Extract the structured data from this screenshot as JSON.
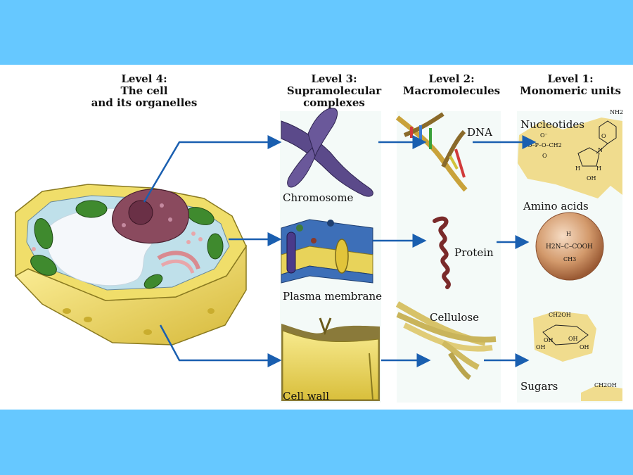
{
  "headings": {
    "level4": [
      "Level 4:",
      "The cell",
      "and its organelles"
    ],
    "level3": [
      "Level 3:",
      "Supramolecular",
      "complexes"
    ],
    "level2": [
      "Level 2:",
      "Macromolecules"
    ],
    "level1": [
      "Level 1:",
      "Monomeric units"
    ]
  },
  "level3_items": {
    "chromosome": "Chromosome",
    "plasma_membrane": "Plasma membrane",
    "cell_wall": "Cell wall"
  },
  "level2_items": {
    "dna": "DNA",
    "protein": "Protein",
    "cellulose": "Cellulose"
  },
  "level1_items": {
    "nucleotides": "Nucleotides",
    "amino_acids": "Amino acids",
    "sugars": "Sugars"
  },
  "chem_labels": {
    "nh2": "NH2",
    "o_minus": "O⁻",
    "phosphate": "O–P–O–CH2",
    "o_eq": "O",
    "n": "N",
    "oh": "OH",
    "h": "H",
    "amino_formula": "H2N–C–COOH",
    "amino_h": "H",
    "ch3": "CH3",
    "ch2oh": "CH2OH"
  },
  "colors": {
    "background": "#66c8ff",
    "arrow": "#1a5fb0",
    "cell_wall": "#e8d35a",
    "chloroplast": "#3f8a2e",
    "nucleus": "#8a4a5e",
    "chromosome": "#5b4a8a",
    "protein": "#7a2a2a",
    "amino_sphere": "#c98a5a",
    "membrane": "#3d6fb8"
  }
}
